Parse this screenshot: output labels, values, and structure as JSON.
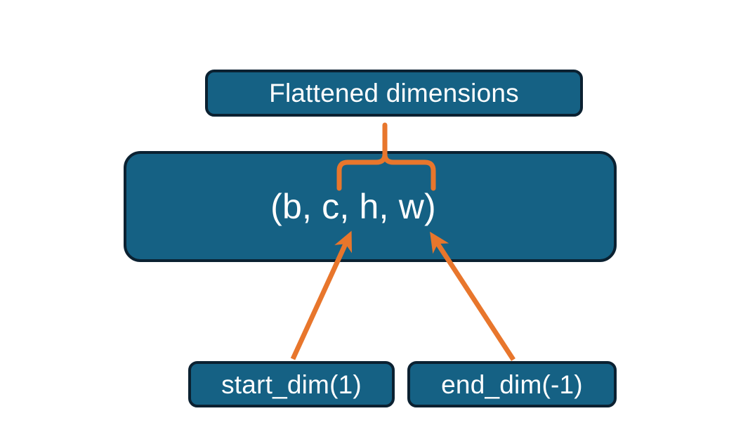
{
  "diagram": {
    "title_node": {
      "label": "Flattened dimensions"
    },
    "shape_node": {
      "label": "(b, c, h, w)"
    },
    "start_node": {
      "label": "start_dim(1)"
    },
    "end_node": {
      "label": "end_dim(-1)"
    },
    "connectors": {
      "brace": {
        "name": "flatten-range-brace",
        "description": "curly brace grouping the flattened dimensions"
      },
      "start_arrow": {
        "name": "start-dim-arrow",
        "description": "arrow from start_dim(1) to the c dimension"
      },
      "end_arrow": {
        "name": "end-dim-arrow",
        "description": "arrow from end_dim(-1) to the w dimension"
      }
    },
    "colors": {
      "node_fill": "#156184",
      "node_border": "#0b2131",
      "accent": "#e8762c",
      "text": "#ffffff",
      "background": "#ffffff"
    }
  }
}
